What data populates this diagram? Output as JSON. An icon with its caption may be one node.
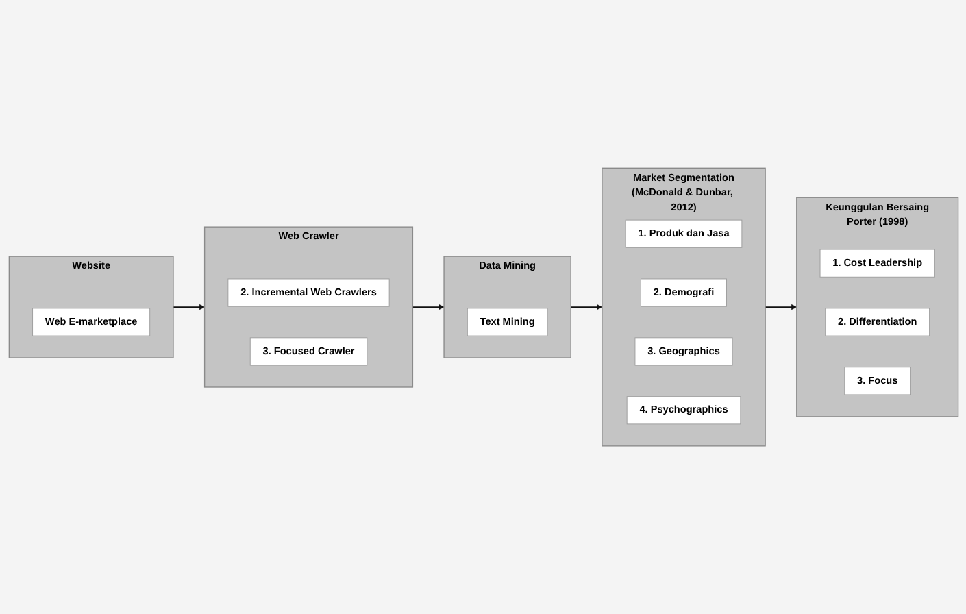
{
  "diagram": {
    "nodes": [
      {
        "text": [
          "Website"
        ]
      },
      {
        "text": [
          "Web E-marketplace"
        ],
        "in": 0
      },
      {
        "text": [
          "Web Crawler"
        ]
      },
      {
        "text": [
          "2. Incremental Web Crawlers"
        ],
        "in": 2
      },
      {
        "text": [
          "3. Focused Crawler"
        ],
        "in": 2
      },
      {
        "text": [
          "Data Mining"
        ]
      },
      {
        "text": [
          "Text Mining"
        ],
        "in": 5
      },
      {
        "text": [
          "Market Segmentation",
          "(McDonald & Dunbar, 2012)"
        ]
      },
      {
        "text": [
          "1. Produk dan Jasa"
        ],
        "in": 7
      },
      {
        "text": [
          "2. Demografi"
        ],
        "in": 7
      },
      {
        "text": [
          "3. Geographics"
        ],
        "in": 7
      },
      {
        "text": [
          "4. Psychographics"
        ],
        "in": 7
      },
      {
        "text": [
          "Keunggulan Bersaing",
          "Porter (1998)"
        ]
      },
      {
        "text": [
          "1. Cost Leadership"
        ],
        "in": 12
      },
      {
        "text": [
          "2. Differentiation"
        ],
        "in": 12
      },
      {
        "text": [
          "3. Focus"
        ],
        "in": 12
      }
    ],
    "edges": [
      {
        "from": 0,
        "to": 2,
        "arrow": "to"
      },
      {
        "from": 2,
        "to": 5,
        "arrow": "to"
      },
      {
        "from": 5,
        "to": 7,
        "arrow": "to"
      },
      {
        "from": 7,
        "to": 12,
        "arrow": "to"
      }
    ]
  }
}
